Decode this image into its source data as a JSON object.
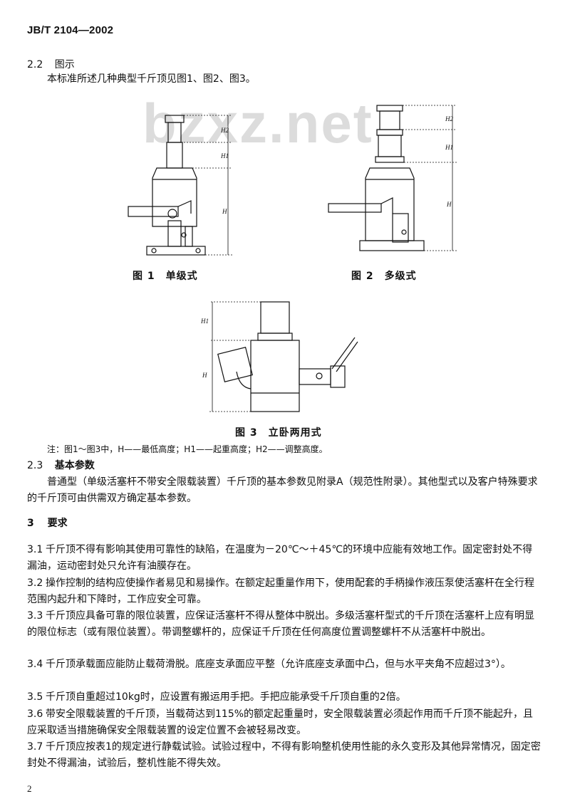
{
  "header": {
    "standard_code": "JB/T 2104—2002"
  },
  "watermark": "bzxz.net",
  "section_2_2": {
    "number": "2.2",
    "title": "图示",
    "text": "本标准所述几种典型千斤顶见图1、图2、图3。"
  },
  "figures": {
    "fig1_caption": "图 1　单级式",
    "fig2_caption": "图 2　多级式",
    "fig3_caption": "图 3　立卧两用式",
    "dim_H": "H",
    "dim_H1": "H1",
    "dim_H2": "H2"
  },
  "figure_note": "注：图1～图3中，H——最低高度；H1——起重高度；H2——调整高度。",
  "section_2_3": {
    "number": "2.3",
    "title": "基本参数",
    "text": "普通型（单级活塞杆不带安全限载装置）千斤顶的基本参数见附录A（规范性附录）。其他型式以及客户特殊要求的千斤顶可由供需双方确定基本参数。"
  },
  "section_3": {
    "number": "3",
    "title": "要求"
  },
  "clauses": [
    {
      "num": "3.1",
      "text": "千斤顶不得有影响其使用可靠性的缺陷，在温度为－20℃～＋45℃的环境中应能有效地工作。固定密封处不得漏油，运动密封处只允许有油膜存在。"
    },
    {
      "num": "3.2",
      "text": "操作控制的结构应使操作者易见和易操作。在额定起重量作用下，使用配套的手柄操作液压泵使活塞杆在全行程范围内起升和下降时，工作应安全可靠。"
    },
    {
      "num": "3.3",
      "text": "千斤顶应具备可靠的限位装置，应保证活塞杆不得从整体中脱出。多级活塞杆型式的千斤顶在活塞杆上应有明显的限位标志（或有限位装置）。带调整螺杆的，应保证千斤顶在任何高度位置调整螺杆不从活塞杆中脱出。"
    },
    {
      "num": "3.4",
      "text": "千斤顶承载面应能防止载荷滑脱。底座支承面应平整（允许底座支承面中凸，但与水平夹角不应超过3°）。"
    },
    {
      "num": "3.5",
      "text": "千斤顶自重超过10kg时，应设置有搬运用手把。手把应能承受千斤顶自重的2倍。"
    },
    {
      "num": "3.6",
      "text": "带安全限载装置的千斤顶，当载荷达到115%的额定起重量时，安全限载装置必须起作用而千斤顶不能起升，且应采取适当措施确保安全限载装置的设定位置不会被轻易改变。"
    },
    {
      "num": "3.7",
      "text": "千斤顶应按表1的规定进行静载试验。试验过程中，不得有影响整机使用性能的永久变形及其他异常情况，固定密封处不得漏油，试验后，整机性能不得失效。"
    }
  ],
  "page_number": "2"
}
